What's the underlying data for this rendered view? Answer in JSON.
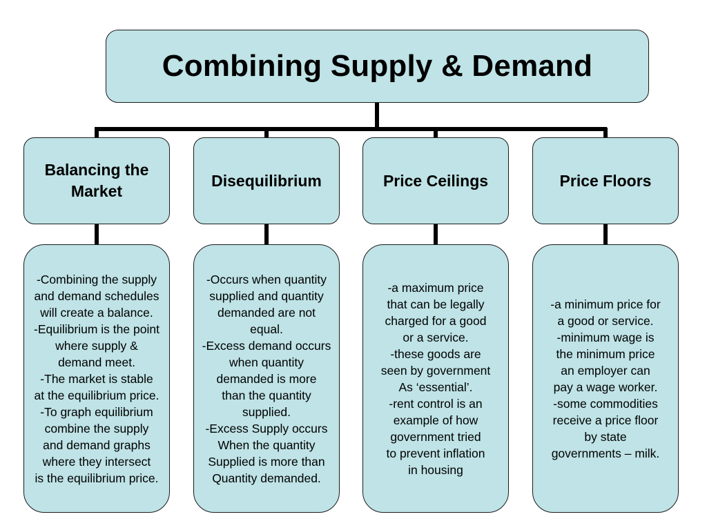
{
  "diagram": {
    "title": "Combining Supply & Demand",
    "colors": {
      "box_fill": "#bfe3e6",
      "box_border": "#1a1a1a",
      "connector": "#000000"
    },
    "columns": [
      {
        "heading": "Balancing the\nMarket",
        "description": "-Combining the supply\nand demand schedules\n will create a balance.\n-Equilibrium is the point\nwhere  supply &\ndemand meet.\n-The market is stable\nat the equilibrium price.\n-To graph equilibrium\ncombine the supply\nand demand graphs\nwhere they intersect\nis the equilibrium price."
      },
      {
        "heading": "Disequilibrium",
        "description": "-Occurs when quantity\nsupplied and quantity\ndemanded are not\nequal.\n-Excess demand occurs\nwhen quantity\ndemanded is more\nthan the quantity\nsupplied.\n-Excess Supply occurs\nWhen the quantity\nSupplied is more than\nQuantity demanded."
      },
      {
        "heading": "Price Ceilings",
        "description": "-a maximum price\nthat can be legally\ncharged for a good\nor a service.\n-these goods are\nseen by government\nAs ‘essential’.\n-rent control is an\nexample of how\ngovernment tried\nto prevent inflation\nin housing"
      },
      {
        "heading": "Price Floors",
        "description": "-a minimum price for\na good or service.\n-minimum wage is\nthe minimum price\nan employer can\npay a wage worker.\n-some commodities\nreceive a price floor\nby state\ngovernments – milk."
      }
    ]
  }
}
